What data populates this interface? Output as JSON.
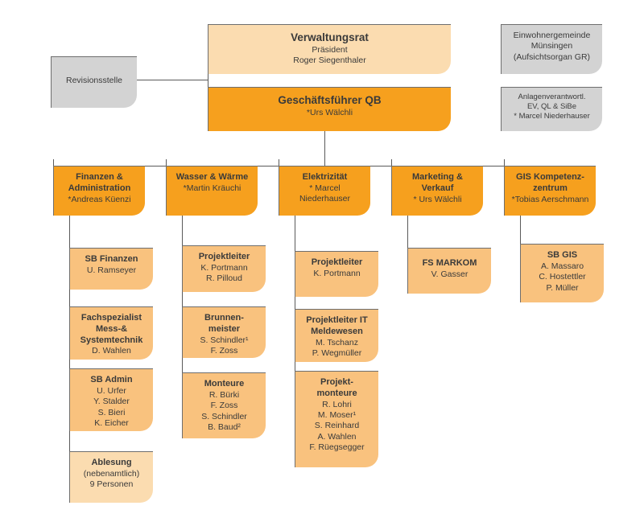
{
  "org": {
    "verwaltungsrat": {
      "title": "Verwaltungsrat",
      "sub": "Präsident\nRoger Siegenthaler"
    },
    "einwohnergemeinde": {
      "sub": "Einwohnergemeinde\nMünsingen\n(Aufsichtsorgan GR)"
    },
    "revisionsstelle": {
      "sub": "Revisionsstelle"
    },
    "geschaeftsfuehrer": {
      "title": "Geschäftsführer QB",
      "sub": "*Urs Wälchli"
    },
    "anlagenverantwortlicher": {
      "sub": "Anlagenverantwortl.\nEV, QL & SiBe\n* Marcel Niederhauser"
    },
    "dept_finanzen": {
      "title": "Finanzen &\nAdministration",
      "sub": "*Andreas Küenzi"
    },
    "dept_wasser": {
      "title": "Wasser & Wärme",
      "sub": "*Martin Kräuchi"
    },
    "dept_elektrizitaet": {
      "title": "Elektrizität",
      "sub": "* Marcel\nNiederhauser"
    },
    "dept_marketing": {
      "title": "Marketing &\nVerkauf",
      "sub": "* Urs Wälchli"
    },
    "dept_gis": {
      "title": "GIS Kompetenz-\nzentrum",
      "sub": "*Tobias Aerschmann"
    },
    "sb_finanzen": {
      "title": "SB Finanzen",
      "sub": "U. Ramseyer"
    },
    "fachspezialist": {
      "title": "Fachspezialist\nMess-&\nSystemtechnik",
      "sub": "D. Wahlen"
    },
    "sb_admin": {
      "title": "SB Admin",
      "sub": "U. Urfer\nY. Stalder\nS. Bieri\nK. Eicher"
    },
    "ablesung": {
      "title": "Ablesung",
      "sub": "(nebenamtlich)\n9 Personen"
    },
    "projektleiter_wasser": {
      "title": "Projektleiter",
      "sub": "K. Portmann\nR. Pilloud"
    },
    "brunnenmeister": {
      "title": "Brunnen-\nmeister",
      "sub": "S. Schindler¹\nF. Zoss"
    },
    "monteure": {
      "title": "Monteure",
      "sub": "R. Bürki\nF. Zoss\nS. Schindler\nB. Baud²"
    },
    "projektleiter_elektrizitaet": {
      "title": "Projektleiter",
      "sub": "K. Portmann"
    },
    "projektleiter_it": {
      "title": "Projektleiter IT\nMeldewesen",
      "sub": "M. Tschanz\nP. Wegmüller"
    },
    "projektmonteure": {
      "title": "Projekt-\nmonteure",
      "sub": "R. Lohri\nM. Moser¹\nS. Reinhard\nA. Wahlen\nF. Rüegsegger"
    },
    "fs_markom": {
      "title": "FS MARKOM",
      "sub": "V. Gasser"
    },
    "sb_gis": {
      "title": "SB GIS",
      "sub": "A. Massaro\nC. Hostettler\nP. Müller"
    }
  },
  "colors": {
    "head_orange": "#F6A01E",
    "unit_orange": "#F9C27E",
    "peach": "#FBDCB0",
    "gray": "#D3D3D3",
    "connector": "#5A5A5A"
  }
}
